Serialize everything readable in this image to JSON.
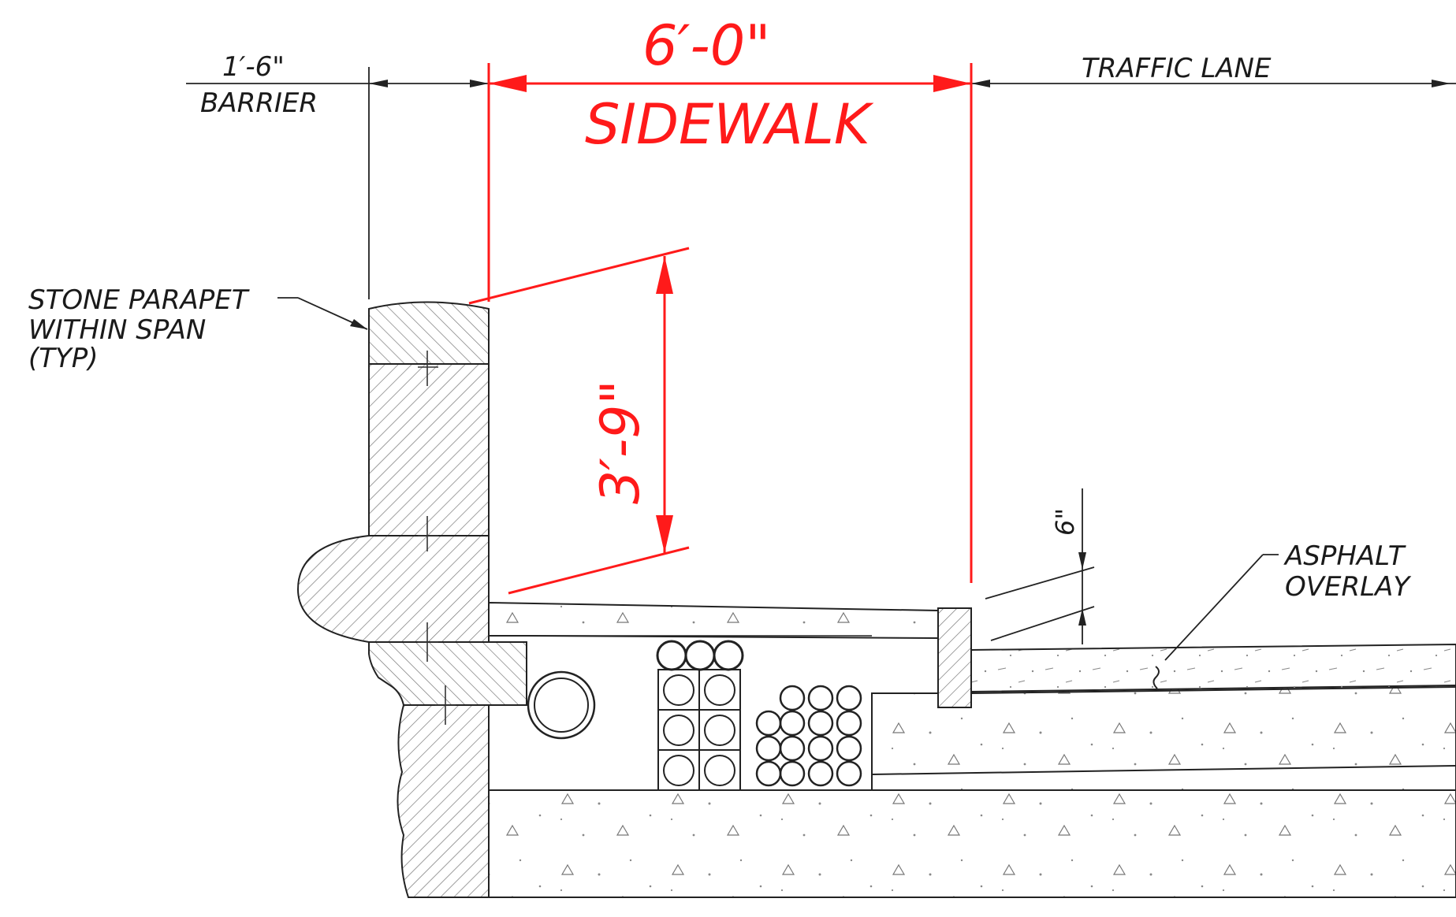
{
  "labels": {
    "barrier_dim": "1′-6\"",
    "barrier": "BARRIER",
    "sidewalk_dim": "6′-0\"",
    "sidewalk": "SIDEWALK",
    "traffic_lane": "TRAFFIC LANE",
    "height_dim": "3′-9\"",
    "parapet_line1": "STONE PARAPET",
    "parapet_line2": "WITHIN SPAN",
    "parapet_line3": "(TYP)",
    "curb_dim": "6\"",
    "asphalt_line1": "ASPHALT",
    "asphalt_line2": "OVERLAY"
  },
  "colors": {
    "dimension_red": "#ff1a1a",
    "linework": "#222222"
  }
}
